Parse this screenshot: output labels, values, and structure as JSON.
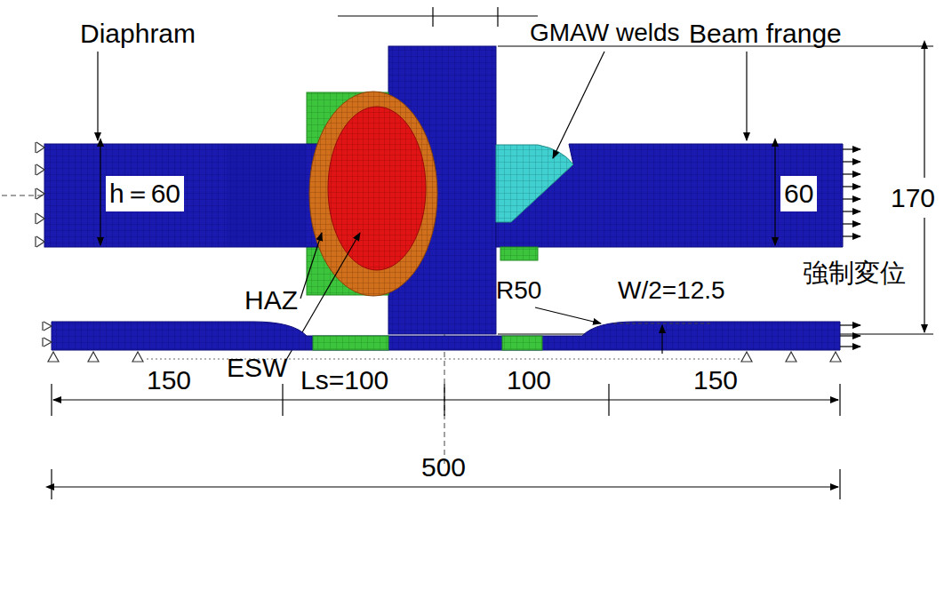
{
  "diagram": {
    "labels": [
      "Diaphram",
      "GMAW welds",
      "Beam frange",
      "h＝60",
      "60",
      "170",
      "HAZ",
      "ESW",
      "強制変位",
      "R50",
      "W/2=12.5",
      "150",
      "Ls=100",
      "100",
      "150",
      "500"
    ]
  }
}
